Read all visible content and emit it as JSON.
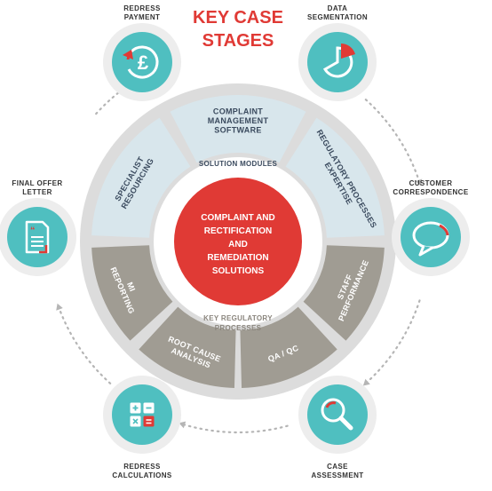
{
  "title": {
    "line1": "KEY CASE",
    "line2": "STAGES"
  },
  "center": {
    "lines": [
      "COMPLAINT AND",
      "RECTIFICATION",
      "AND",
      "REMEDIATION",
      "SOLUTIONS"
    ]
  },
  "solution_modules": {
    "title": "SOLUTION MODULES",
    "segments": [
      {
        "lines": [
          "COMPLAINT",
          "MANAGEMENT",
          "SOFTWARE"
        ]
      },
      {
        "lines": [
          "REGULATORY PROCESSES",
          "EXPERTISE"
        ]
      },
      {
        "lines": [
          "SPECIALIST",
          "RESOURCING"
        ]
      }
    ]
  },
  "regulatory_processes": {
    "title_lines": [
      "KEY REGULATORY",
      "PROCESSES"
    ],
    "segments": [
      {
        "lines": [
          "STAFF",
          "PERFORMANCE"
        ]
      },
      {
        "lines": [
          "QA / QC"
        ]
      },
      {
        "lines": [
          "ROOT CAUSE",
          "ANALYSIS"
        ]
      },
      {
        "lines": [
          "MI",
          "REPORTING"
        ]
      }
    ]
  },
  "stages": [
    {
      "label_lines": [
        "REDRESS",
        "PAYMENT"
      ],
      "icon": "pound-refund-icon"
    },
    {
      "label_lines": [
        "DATA",
        "SEGMENTATION"
      ],
      "icon": "pie-chart-icon"
    },
    {
      "label_lines": [
        "CUSTOMER",
        "CORRESPONDENCE"
      ],
      "icon": "speech-bubble-icon"
    },
    {
      "label_lines": [
        "CASE",
        "ASSESSMENT"
      ],
      "icon": "magnifier-icon"
    },
    {
      "label_lines": [
        "REDRESS",
        "CALCULATIONS"
      ],
      "icon": "calculator-icon"
    },
    {
      "label_lines": [
        "FINAL OFFER",
        "LETTER"
      ],
      "icon": "document-icon"
    }
  ],
  "colors": {
    "red": "#e03a35",
    "teal": "#4fbfc0",
    "ring_grey": "#dcdcdc",
    "light_blue": "#d8e6ec",
    "taupe": "#a09c93",
    "dark_text": "#333333",
    "blue_text": "#3a4a5e"
  }
}
